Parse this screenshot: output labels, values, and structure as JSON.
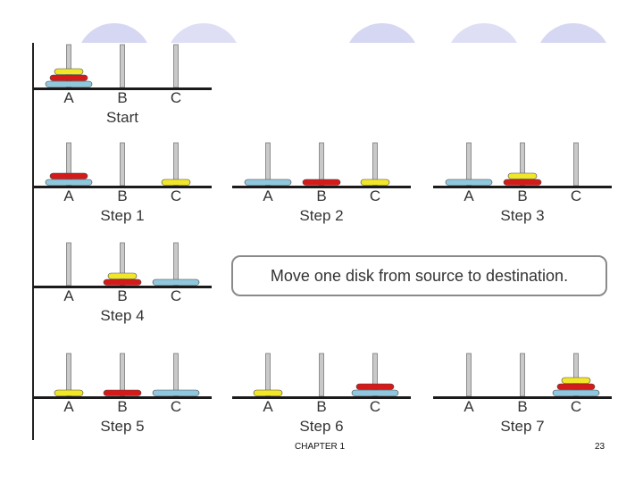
{
  "colors": {
    "circle": "#d6d7f2",
    "peg": "#c9c9c9",
    "peg_edge": "#7a7a7a",
    "base": "#1a1a1a",
    "disk_small": "#f2e629",
    "disk_medium": "#d61a1a",
    "disk_large": "#8fc8de"
  },
  "pegs": [
    "A",
    "B",
    "C"
  ],
  "steps": [
    {
      "id": "start",
      "label": "Start",
      "state": [
        [
          "large",
          "medium",
          "small"
        ],
        [],
        []
      ]
    },
    {
      "id": "step1",
      "label": "Step 1",
      "state": [
        [
          "large",
          "medium"
        ],
        [],
        [
          "small"
        ]
      ]
    },
    {
      "id": "step2",
      "label": "Step 2",
      "state": [
        [
          "large"
        ],
        [
          "medium"
        ],
        [
          "small"
        ]
      ]
    },
    {
      "id": "step3",
      "label": "Step  3",
      "state": [
        [
          "large"
        ],
        [
          "medium",
          "small"
        ],
        []
      ]
    },
    {
      "id": "step4",
      "label": "Step 4",
      "state": [
        [],
        [
          "medium",
          "small"
        ],
        [
          "large"
        ]
      ]
    },
    {
      "id": "step5",
      "label": "Step 5",
      "state": [
        [
          "small"
        ],
        [
          "medium"
        ],
        [
          "large"
        ]
      ]
    },
    {
      "id": "step6",
      "label": "Step 6",
      "state": [
        [
          "small"
        ],
        [],
        [
          "large",
          "medium"
        ]
      ]
    },
    {
      "id": "step7",
      "label": "Step 7",
      "state": [
        [],
        [],
        [
          "large",
          "medium",
          "small"
        ]
      ]
    }
  ],
  "caption": "Move one disk from source to destination.",
  "footer": {
    "chapter": "CHAPTER 1",
    "page": "23"
  }
}
